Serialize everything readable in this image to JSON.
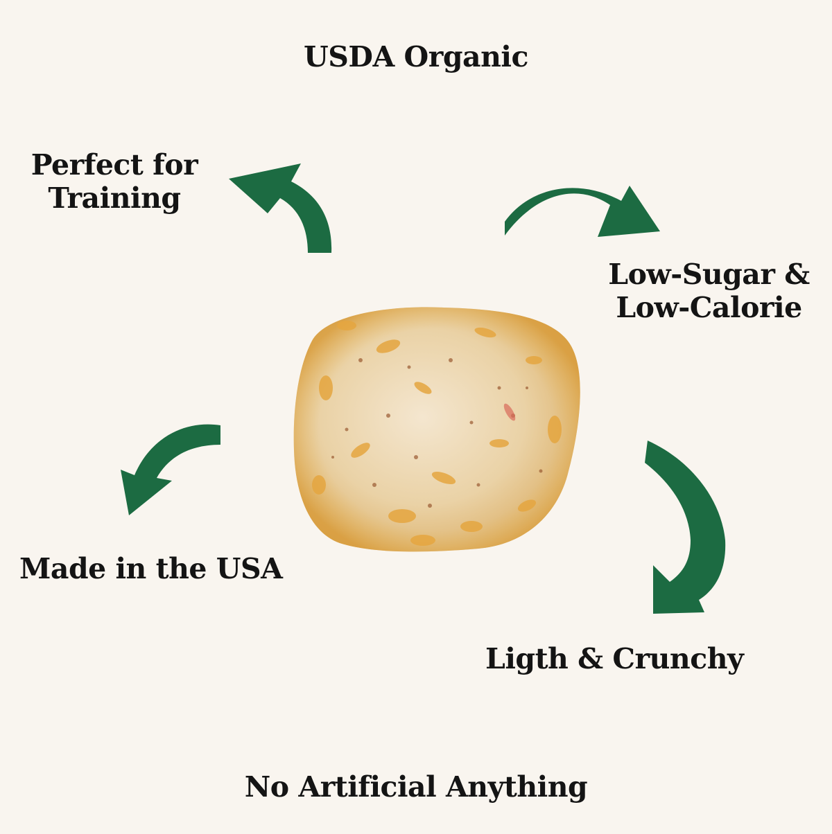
{
  "features": {
    "top": "USDA Organic",
    "training": [
      "Perfect for",
      "Training"
    ],
    "sugar": [
      "Low-Sugar &",
      "Low-Calorie"
    ],
    "usa": "Made in the USA",
    "crunchy": "Ligth & Crunchy",
    "bottom": "No Artificial Anything"
  },
  "colors": {
    "background": "#f9f5ef",
    "arrow": "#1c6b42",
    "text": "#141414"
  },
  "icons": {
    "center_image": "puff-treat",
    "arrows": [
      "curved-arrow-up-left",
      "curved-arrow-right",
      "curved-arrow-down-left",
      "curved-arrow-down"
    ]
  }
}
